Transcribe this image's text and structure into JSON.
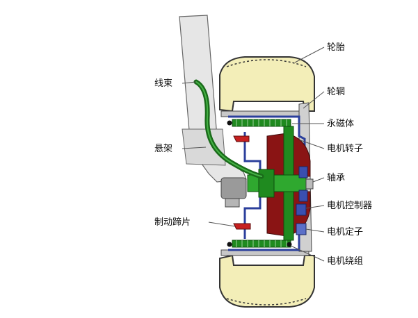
{
  "diagram": {
    "labels": {
      "tire": "轮胎",
      "rim": "轮辋",
      "permanent_magnet": "永磁体",
      "rotor": "电机转子",
      "bearing": "轴承",
      "controller": "电机控制器",
      "stator": "电机定子",
      "winding": "电机绕组",
      "harness": "线束",
      "suspension": "悬架",
      "brake_pad": "制动蹄片"
    },
    "colors": {
      "tire": "#f3eeb8",
      "tire_outline": "#333333",
      "suspension": "#e6e6e6",
      "harness": "#1a6b1a",
      "hub_green": "#1f8a1f",
      "rotor_red": "#8a1414",
      "housing_blue": "#2b3f9c",
      "brake_red": "#c62020",
      "leader": "#555555"
    }
  }
}
